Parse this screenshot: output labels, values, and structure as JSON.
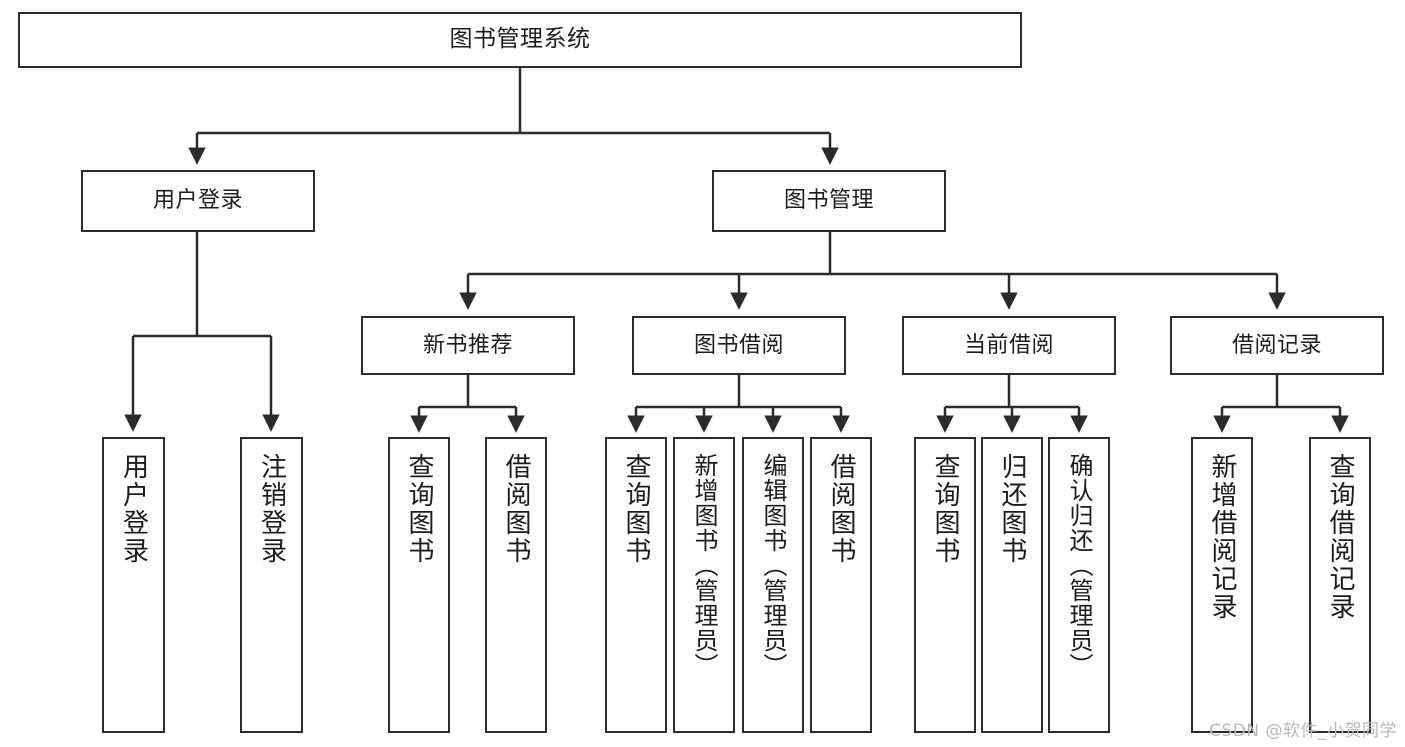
{
  "diagram": {
    "title": "图书管理系统",
    "type": "tree",
    "orientation": "top-down",
    "colors": {
      "box_border": "#2b2b2b",
      "box_fill": "#ffffff",
      "edge": "#2b2b2b",
      "text": "#1c1c1c",
      "watermark": "#b9b9b9",
      "background": "#ffffff"
    },
    "watermark": "CSDN @软件_小贺同学",
    "nodes": {
      "root": {
        "label": "图书管理系统"
      },
      "level2": [
        {
          "id": "user-login",
          "label": "用户登录"
        },
        {
          "id": "book-manage",
          "label": "图书管理"
        }
      ],
      "level3": [
        {
          "id": "new-book-recommend",
          "label": "新书推荐"
        },
        {
          "id": "book-borrow",
          "label": "图书借阅"
        },
        {
          "id": "current-borrow",
          "label": "当前借阅"
        },
        {
          "id": "borrow-record",
          "label": "借阅记录"
        }
      ],
      "leaves": {
        "user_login": [
          {
            "id": "leaf-user-login",
            "label": "用户登录"
          },
          {
            "id": "leaf-logout-login",
            "label": "注销登录"
          }
        ],
        "new_book_recommend": [
          {
            "id": "leaf-query-book-1",
            "label": "查询图书"
          },
          {
            "id": "leaf-borrow-book-1",
            "label": "借阅图书"
          }
        ],
        "book_borrow": [
          {
            "id": "leaf-query-book-2",
            "label": "查询图书"
          },
          {
            "id": "leaf-add-book-admin",
            "label": "新增图书（管理员）"
          },
          {
            "id": "leaf-edit-book-admin",
            "label": "编辑图书（管理员）"
          },
          {
            "id": "leaf-borrow-book-2",
            "label": "借阅图书"
          }
        ],
        "current_borrow": [
          {
            "id": "leaf-query-book-3",
            "label": "查询图书"
          },
          {
            "id": "leaf-return-book",
            "label": "归还图书"
          },
          {
            "id": "leaf-confirm-return-admin",
            "label": "确认归还（管理员）"
          }
        ],
        "borrow_record": [
          {
            "id": "leaf-add-borrow-record",
            "label": "新增借阅记录"
          },
          {
            "id": "leaf-query-borrow-record",
            "label": "查询借阅记录"
          }
        ]
      }
    }
  }
}
